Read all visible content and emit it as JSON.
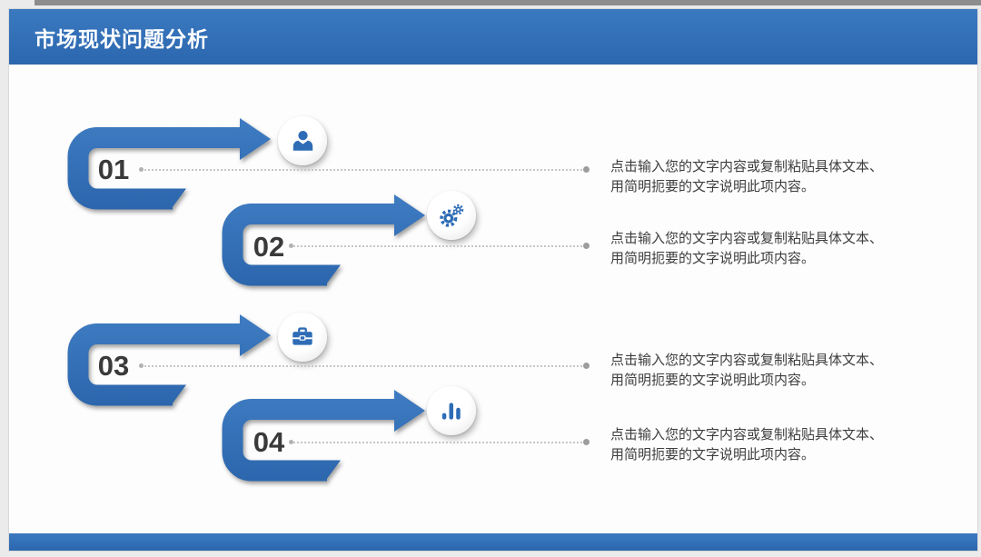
{
  "slide": {
    "title": "市场现状问题分析",
    "accent_color": "#2f6db5",
    "number_color": "#3a3a3a",
    "text_color": "#3d3d3d",
    "items": [
      {
        "number": "01",
        "icon": "person-icon",
        "desc_line1": "点击输入您的文字内容或复制粘贴具体文本、",
        "desc_line2": "用简明扼要的文字说明此项内容。"
      },
      {
        "number": "02",
        "icon": "gears-icon",
        "desc_line1": "点击输入您的文字内容或复制粘贴具体文本、",
        "desc_line2": "用简明扼要的文字说明此项内容。"
      },
      {
        "number": "03",
        "icon": "briefcase-icon",
        "desc_line1": "点击输入您的文字内容或复制粘贴具体文本、",
        "desc_line2": "用简明扼要的文字说明此项内容。"
      },
      {
        "number": "04",
        "icon": "bar-chart-icon",
        "desc_line1": "点击输入您的文字内容或复制粘贴具体文本、",
        "desc_line2": "用简明扼要的文字说明此项内容。"
      }
    ]
  }
}
